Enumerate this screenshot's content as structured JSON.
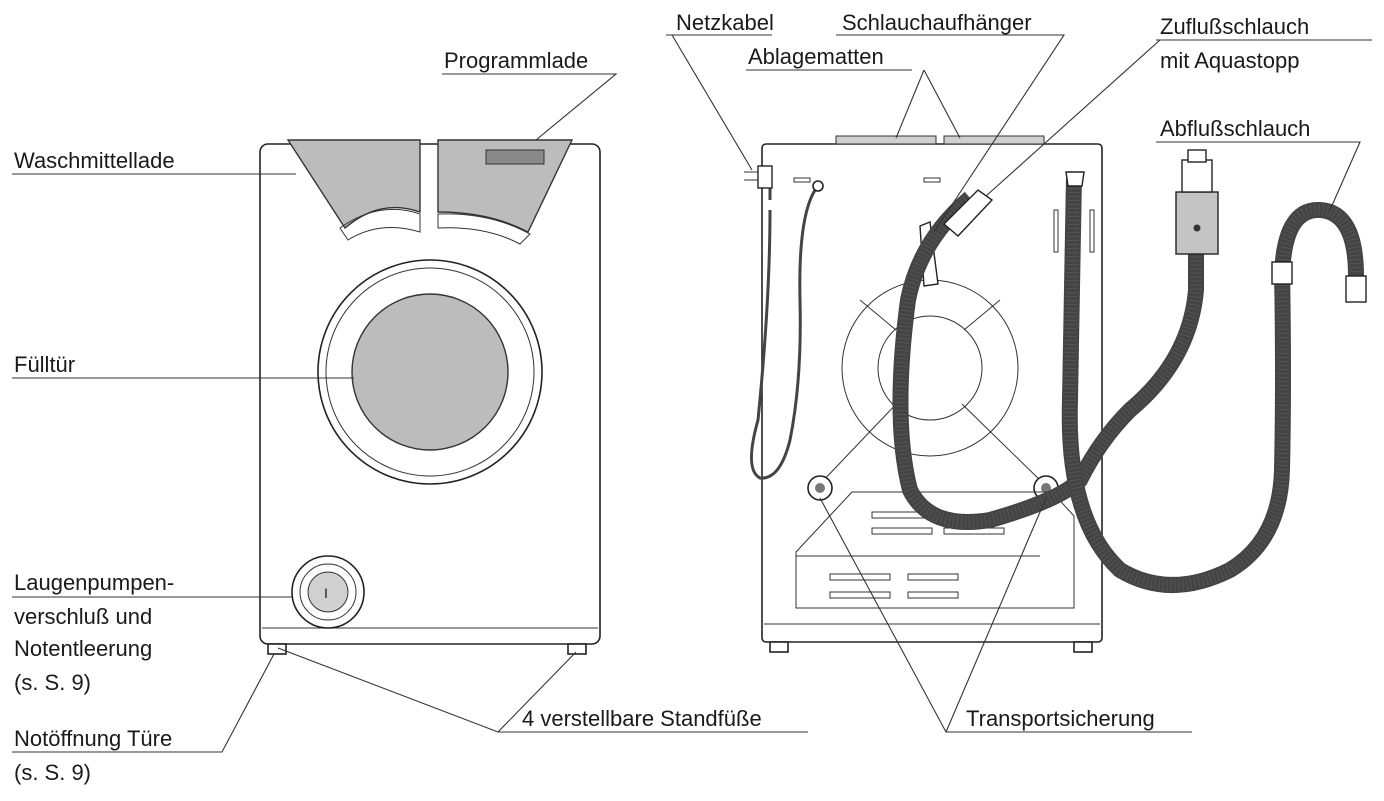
{
  "labels": {
    "programmlade": "Programmlade",
    "waschmittellade": "Waschmittellade",
    "fuelltuer": "Fülltür",
    "laugenpumpe_1": "Laugenpumpen-",
    "laugenpumpe_2": "verschluß und",
    "laugenpumpe_3": "Notentleerung",
    "laugenpumpe_4": "(s. S. 9)",
    "notoeffnung_1": "Notöffnung Türe",
    "notoeffnung_2": "(s. S. 9)",
    "standfuesse": "4 verstellbare Standfüße",
    "netzkabel": "Netzkabel",
    "schlauchaufhaenger": "Schlauchaufhänger",
    "ablagematten": "Ablagematten",
    "zuflussschlauch_1": "Zuflußschlauch",
    "zuflussschlauch_2": "mit Aquastopp",
    "abflussschlauch": "Abflußschlauch",
    "transportsicherung": "Transportsicherung",
    "pump_cap_mark": "I"
  }
}
